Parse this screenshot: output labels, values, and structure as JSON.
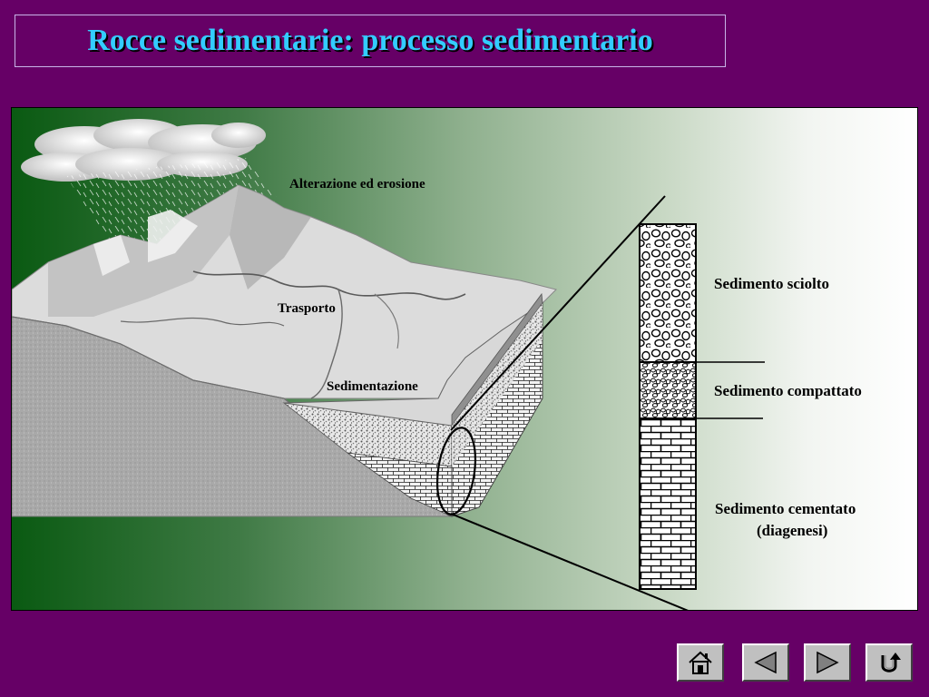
{
  "title": "Rocce sedimentarie: processo sedimentario",
  "diagram": {
    "labels": {
      "alterazione": "Alterazione ed erosione",
      "trasporto": "Trasporto",
      "sedimentazione": "Sedimentazione",
      "sciolto": "Sedimento sciolto",
      "compattato": "Sedimento compattato",
      "cementato_1": "Sedimento cementato",
      "cementato_2": "(diagenesi)"
    }
  },
  "nav": {
    "home": "home-icon",
    "previous": "triangle-left-icon",
    "next": "triangle-right-icon",
    "return": "return-u-arrow-icon"
  },
  "colors": {
    "background": "#660066",
    "title": "#33ccff",
    "gradient_left": "#0a5a12",
    "gradient_right": "#ffffff"
  }
}
